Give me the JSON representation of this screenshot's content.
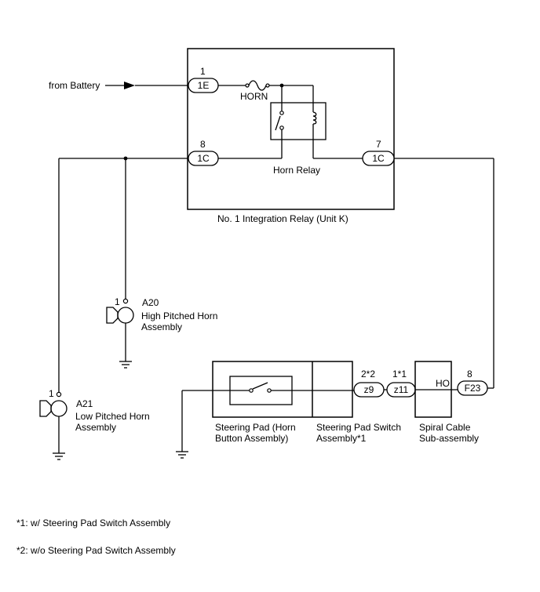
{
  "power_source": {
    "label": "from Battery"
  },
  "integration_relay": {
    "name": "No. 1 Integration Relay (Unit K)",
    "relay_name": "Horn Relay",
    "fuse_label": "HORN",
    "terminals": [
      {
        "pin": "1",
        "connector": "1E"
      },
      {
        "pin": "8",
        "connector": "1C"
      },
      {
        "pin": "7",
        "connector": "1C"
      }
    ]
  },
  "horns": [
    {
      "pin": "1",
      "code": "A20",
      "name_line1": "High Pitched Horn",
      "name_line2": "Assembly"
    },
    {
      "pin": "1",
      "code": "A21",
      "name_line1": "Low Pitched Horn",
      "name_line2": "Assembly"
    }
  ],
  "steering": {
    "pad_line1": "Steering Pad (Horn",
    "pad_line2": "Button Assembly)",
    "switch_line1": "Steering Pad Switch",
    "switch_line2": "Assembly*1",
    "spiral_line1": "Spiral Cable",
    "spiral_line2": "Sub-assembly",
    "spiral_terminal": "HO",
    "connectors": [
      {
        "pin": "2*2",
        "connector": "z9"
      },
      {
        "pin": "1*1",
        "connector": "z11"
      },
      {
        "pin": "8",
        "connector": "F23"
      }
    ]
  },
  "notes": [
    "*1: w/ Steering Pad Switch Assembly",
    "*2: w/o Steering Pad Switch Assembly"
  ]
}
